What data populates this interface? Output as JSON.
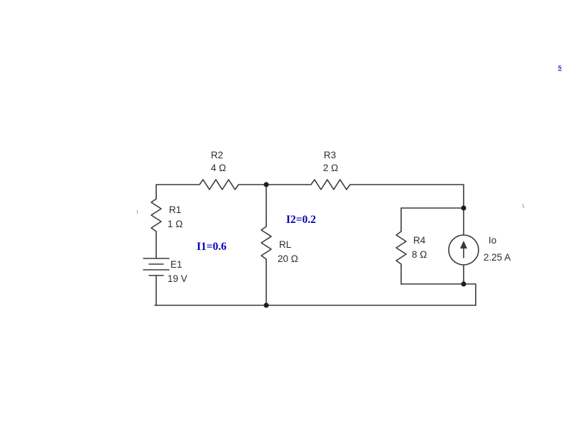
{
  "artifact": {
    "corner_glyph": "s"
  },
  "circuit": {
    "r1": {
      "name": "R1",
      "value": "1 Ω"
    },
    "r2": {
      "name": "R2",
      "value": "4 Ω"
    },
    "r3": {
      "name": "R3",
      "value": "2 Ω"
    },
    "r4": {
      "name": "R4",
      "value": "8 Ω"
    },
    "rl": {
      "name": "RL",
      "value": "20 Ω"
    },
    "e1": {
      "name": "E1",
      "value": "19 V"
    },
    "io": {
      "name": "Io",
      "value": "2.25 A"
    },
    "annotations": {
      "i1": "I1=0.6",
      "i2": "I2=0.2"
    },
    "colors": {
      "wire": "#3a3a3a",
      "label": "#2b2b2b",
      "annotation": "#0000b8",
      "background": "#ffffff"
    }
  }
}
